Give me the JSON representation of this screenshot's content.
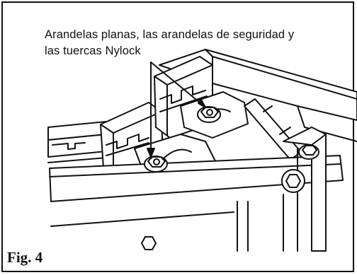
{
  "figure": {
    "callout_line1": "Arandelas planas, las arandelas de seguridad y",
    "callout_line2": "las tuercas Nylock",
    "label": "Fig. 4"
  }
}
